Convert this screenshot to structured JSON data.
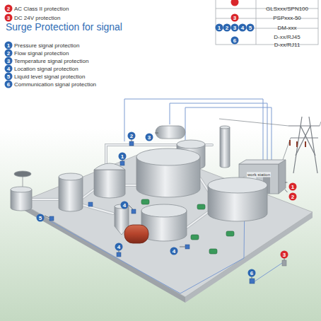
{
  "diagram": {
    "title": "Surge Protection for signal",
    "labels": [
      "2",
      "AC Class II protection",
      "3",
      "DC 24V protection",
      "GLSxxx/SPN100",
      "3",
      "PSPxxx-50",
      "1",
      "2",
      "3",
      "4",
      "5",
      "DM-xxx",
      "6",
      "D-xx/RJ45",
      "D-xx/RJ11",
      "1",
      "Pressure signal protection",
      "2",
      "Flow signal protection",
      "3",
      "Temperature signal protection",
      "4",
      "Location signal protection",
      "5",
      "Liquid level signal protection",
      "6",
      "Communication signal protection",
      "2",
      "3",
      "1",
      "4",
      "4",
      "4",
      "5",
      "6",
      "1",
      "2",
      "3",
      "work station"
    ]
  }
}
